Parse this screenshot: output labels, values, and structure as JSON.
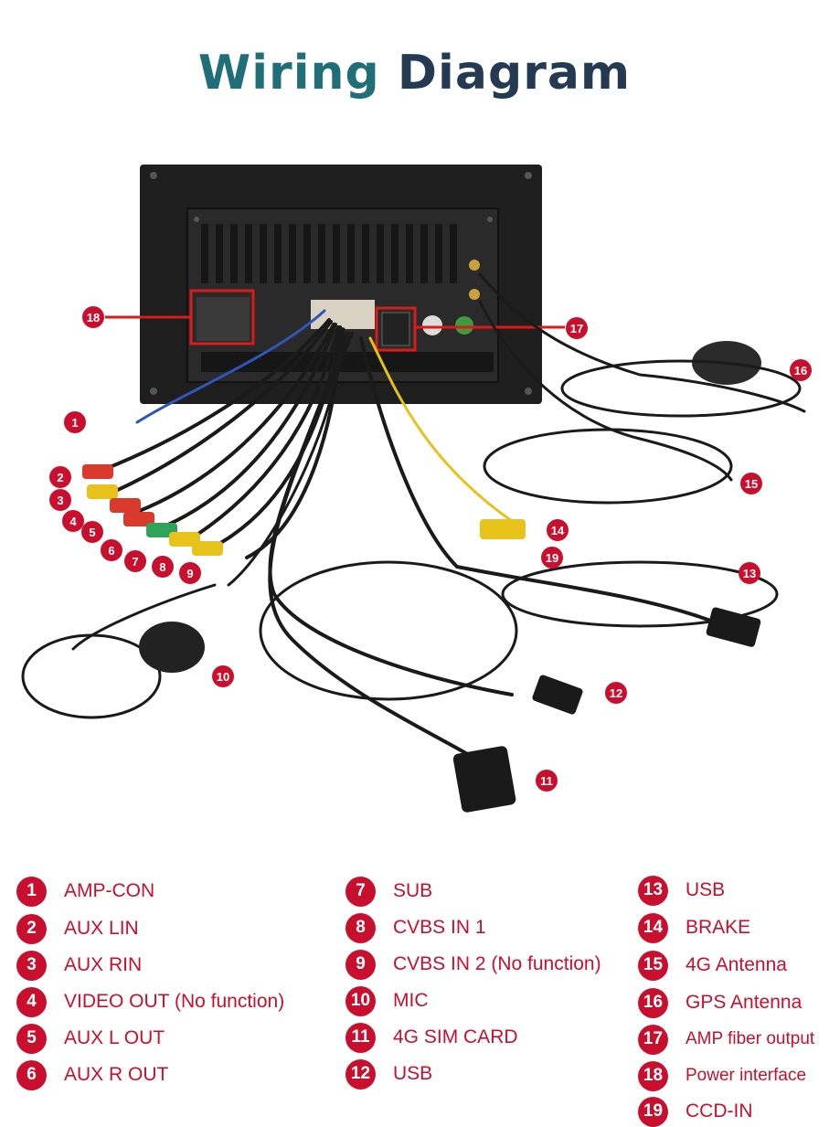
{
  "title": {
    "part1": "Wiring",
    "part2": "Diagram"
  },
  "colors": {
    "accent": "#c8102e",
    "title_teal": "#1f6e78",
    "title_navy": "#243a52"
  },
  "callouts": [
    "1",
    "2",
    "3",
    "4",
    "5",
    "6",
    "7",
    "8",
    "9",
    "10",
    "11",
    "12",
    "13",
    "14",
    "15",
    "16",
    "17",
    "18",
    "19"
  ],
  "legend": [
    {
      "num": "1",
      "label": "AMP-CON"
    },
    {
      "num": "2",
      "label": "AUX LIN"
    },
    {
      "num": "3",
      "label": "AUX RIN"
    },
    {
      "num": "4",
      "label": "VIDEO OUT (No function)"
    },
    {
      "num": "5",
      "label": "AUX L OUT"
    },
    {
      "num": "6",
      "label": "AUX R OUT"
    },
    {
      "num": "7",
      "label": "SUB"
    },
    {
      "num": "8",
      "label": "CVBS IN 1"
    },
    {
      "num": "9",
      "label": "CVBS IN 2 (No function)"
    },
    {
      "num": "10",
      "label": "MIC"
    },
    {
      "num": "11",
      "label": "4G SIM CARD"
    },
    {
      "num": "12",
      "label": "USB"
    },
    {
      "num": "13",
      "label": "USB"
    },
    {
      "num": "14",
      "label": "BRAKE"
    },
    {
      "num": "15",
      "label": "4G Antenna"
    },
    {
      "num": "16",
      "label": "GPS Antenna"
    },
    {
      "num": "17",
      "label": "AMP fiber output"
    },
    {
      "num": "18",
      "label": "Power interface"
    },
    {
      "num": "19",
      "label": "CCD-IN"
    }
  ]
}
